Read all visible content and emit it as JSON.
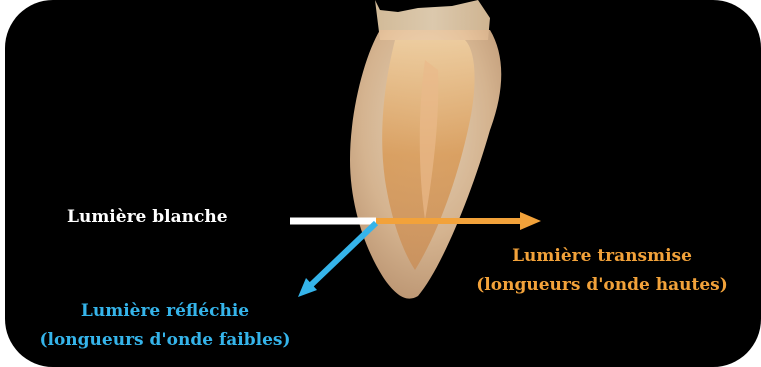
{
  "labels": {
    "white_light": "Lumière blanche",
    "transmitted_line1": "Lumière transmise",
    "transmitted_line2": "(longueurs d'onde hautes)",
    "reflected_line1": "Lumière réfléchie",
    "reflected_line2": "(longueurs d'onde faibles)"
  },
  "colors": {
    "background": "#000000",
    "white_light": "#ffffff",
    "transmitted": "#f2a23a",
    "reflected": "#35b4ea",
    "tooth_enamel": "#e8c49a",
    "tooth_dentin": "#d89a56"
  },
  "icons": {
    "tooth": "tooth-icon",
    "incident_arrow": "white-light-ray",
    "transmitted_arrow": "orange-arrow-icon",
    "reflected_arrow": "blue-arrow-icon"
  }
}
